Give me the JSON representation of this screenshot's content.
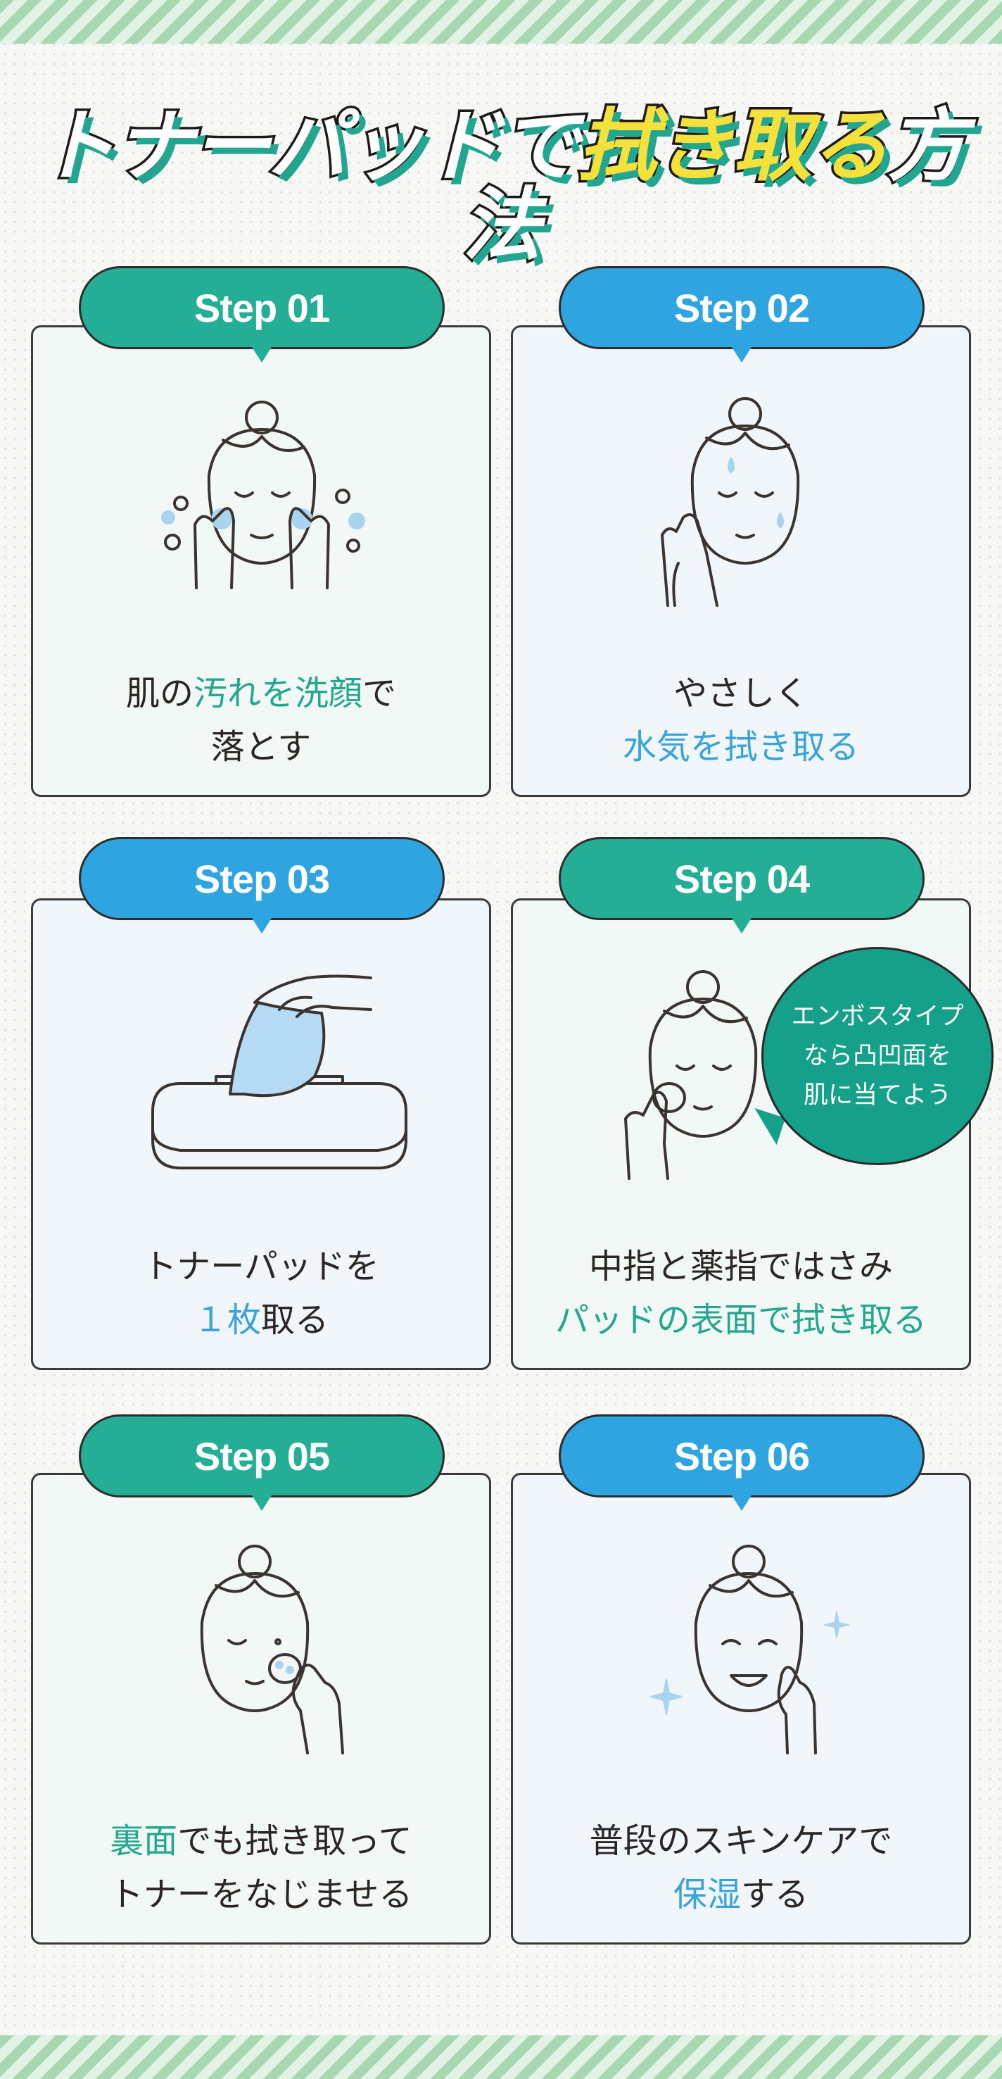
{
  "title": {
    "part1": "トナーパッドで",
    "part2": "拭き取る",
    "part3": "方法"
  },
  "colors": {
    "green": "#25ae96",
    "blue": "#2ea4e0",
    "yellow": "#f5e13b",
    "speech": "#14a089"
  },
  "steps": [
    {
      "label": "Step 01",
      "color": "green",
      "icon": "face-wash-icon",
      "line1": [
        {
          "t": "肌の",
          "hl": ""
        },
        {
          "t": "汚れを洗顔",
          "hl": "green"
        },
        {
          "t": "で",
          "hl": ""
        }
      ],
      "line2": [
        {
          "t": "落とす",
          "hl": ""
        }
      ]
    },
    {
      "label": "Step 02",
      "color": "blue",
      "icon": "towel-dry-face-icon",
      "line1": [
        {
          "t": "やさしく",
          "hl": ""
        }
      ],
      "line2": [
        {
          "t": "水気を拭き取る",
          "hl": "blue"
        }
      ]
    },
    {
      "label": "Step 03",
      "color": "blue",
      "icon": "pad-container-icon",
      "line1": [
        {
          "t": "トナーパッドを",
          "hl": ""
        }
      ],
      "line2": [
        {
          "t": "１枚",
          "hl": "blue"
        },
        {
          "t": "取る",
          "hl": ""
        }
      ]
    },
    {
      "label": "Step 04",
      "color": "green",
      "icon": "wipe-face-pad-icon",
      "line1": [
        {
          "t": "中指と薬指ではさみ",
          "hl": ""
        }
      ],
      "line2": [
        {
          "t": "パッドの表面で拭き取る",
          "hl": "green"
        }
      ],
      "bubble": [
        "エンボスタイプ",
        "なら凸凹面を",
        "肌に当てよう"
      ]
    },
    {
      "label": "Step 05",
      "color": "green",
      "icon": "pat-cheek-pad-icon",
      "line1": [
        {
          "t": "裏面",
          "hl": "green"
        },
        {
          "t": "でも拭き取って",
          "hl": ""
        }
      ],
      "line2": [
        {
          "t": "トナーをなじませる",
          "hl": ""
        }
      ]
    },
    {
      "label": "Step 06",
      "color": "blue",
      "icon": "moisturize-face-icon",
      "line1": [
        {
          "t": "普段のスキンケアで",
          "hl": ""
        }
      ],
      "line2": [
        {
          "t": "保湿",
          "hl": "blue"
        },
        {
          "t": "する",
          "hl": ""
        }
      ]
    }
  ]
}
